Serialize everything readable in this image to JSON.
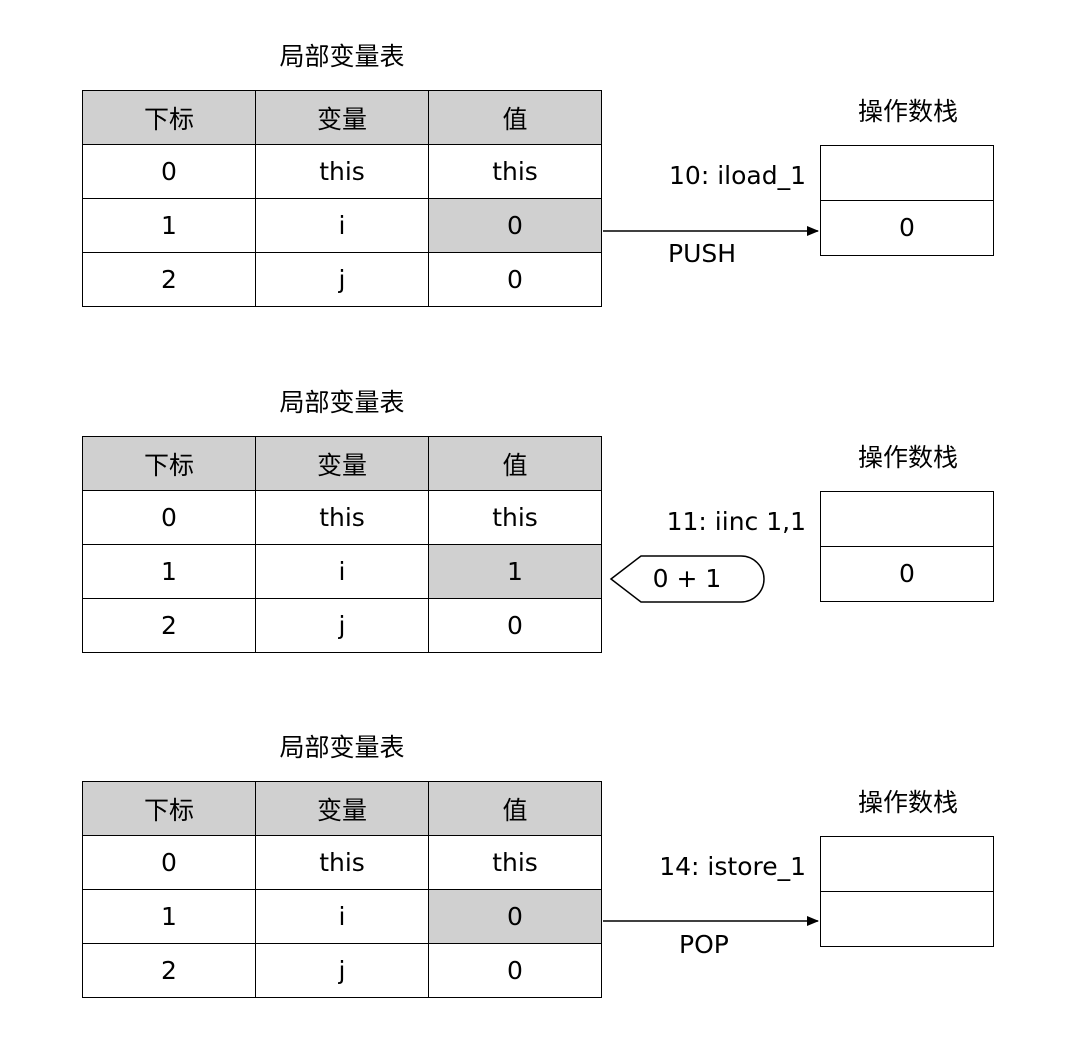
{
  "panels": [
    {
      "table_title": "局部变量表",
      "headers": [
        "下标",
        "变量",
        "值"
      ],
      "rows": [
        {
          "index": "0",
          "var": "this",
          "value": "this",
          "highlight": false
        },
        {
          "index": "1",
          "var": "i",
          "value": "0",
          "highlight": true
        },
        {
          "index": "2",
          "var": "j",
          "value": "0",
          "highlight": false
        }
      ],
      "stack_title": "操作数栈",
      "stack_slots": [
        "",
        "0"
      ],
      "instruction": "10: iload_1",
      "operation": "PUSH"
    },
    {
      "table_title": "局部变量表",
      "headers": [
        "下标",
        "变量",
        "值"
      ],
      "rows": [
        {
          "index": "0",
          "var": "this",
          "value": "this",
          "highlight": false
        },
        {
          "index": "1",
          "var": "i",
          "value": "1",
          "highlight": true
        },
        {
          "index": "2",
          "var": "j",
          "value": "0",
          "highlight": false
        }
      ],
      "stack_title": "操作数栈",
      "stack_slots": [
        "",
        "0"
      ],
      "instruction": "11: iinc 1,1",
      "operation": "0 + 1"
    },
    {
      "table_title": "局部变量表",
      "headers": [
        "下标",
        "变量",
        "值"
      ],
      "rows": [
        {
          "index": "0",
          "var": "this",
          "value": "this",
          "highlight": false
        },
        {
          "index": "1",
          "var": "i",
          "value": "0",
          "highlight": true
        },
        {
          "index": "2",
          "var": "j",
          "value": "0",
          "highlight": false
        }
      ],
      "stack_title": "操作数栈",
      "stack_slots": [
        "",
        ""
      ],
      "instruction": "14: istore_1",
      "operation": "POP"
    }
  ],
  "colors": {
    "highlight": "#d0d0d0",
    "line": "#000000"
  }
}
